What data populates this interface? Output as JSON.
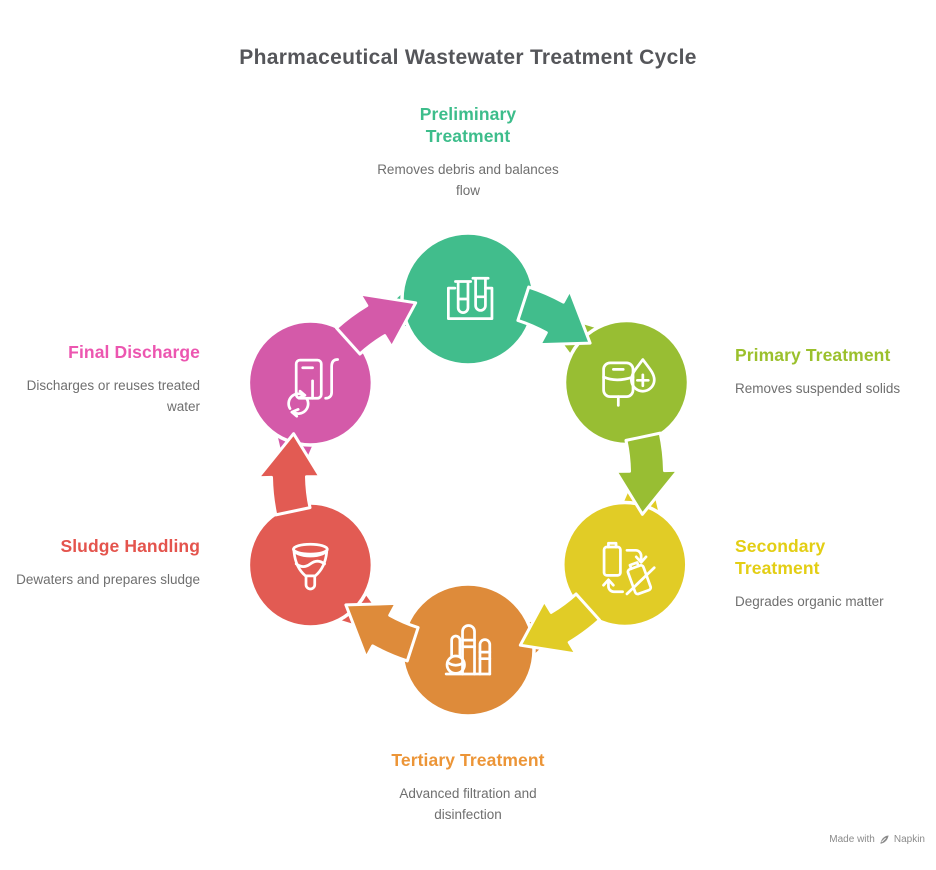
{
  "title": "Pharmaceutical Wastewater Treatment Cycle",
  "title_color": "#55565A",
  "desc_color": "#6F6F6F",
  "stages": [
    {
      "id": "preliminary-treatment",
      "label": "Preliminary Treatment",
      "description": "Removes debris and balances flow",
      "color": "#41BD8C",
      "heading_color": "#3DBD8B",
      "icon": "icon-test-tube-rack"
    },
    {
      "id": "primary-treatment",
      "label": "Primary Treatment",
      "description": "Removes suspended solids",
      "color": "#98BE33",
      "heading_color": "#9BC02C",
      "icon": "icon-iv-bag-droplet"
    },
    {
      "id": "secondary-treatment",
      "label": "Secondary Treatment",
      "description": "Degrades organic matter",
      "color": "#E1CC26",
      "heading_color": "#E3CE14",
      "icon": "icon-battery-recycle"
    },
    {
      "id": "tertiary-treatment",
      "label": "Tertiary Treatment",
      "description": "Advanced filtration and disinfection",
      "color": "#DE8B3A",
      "heading_color": "#EC9537",
      "icon": "icon-treatment-columns"
    },
    {
      "id": "sludge-handling",
      "label": "Sludge Handling",
      "description": "Dewaters and prepares sludge",
      "color": "#E25B53",
      "heading_color": "#E4544D",
      "icon": "icon-collection-cup"
    },
    {
      "id": "final-discharge",
      "label": "Final Discharge",
      "description": "Discharges or reuses treated water",
      "color": "#D45AA9",
      "heading_color": "#EC56B0",
      "icon": "icon-pump-recycle"
    }
  ],
  "watermark": {
    "prefix": "Made with",
    "brand": "Napkin"
  }
}
